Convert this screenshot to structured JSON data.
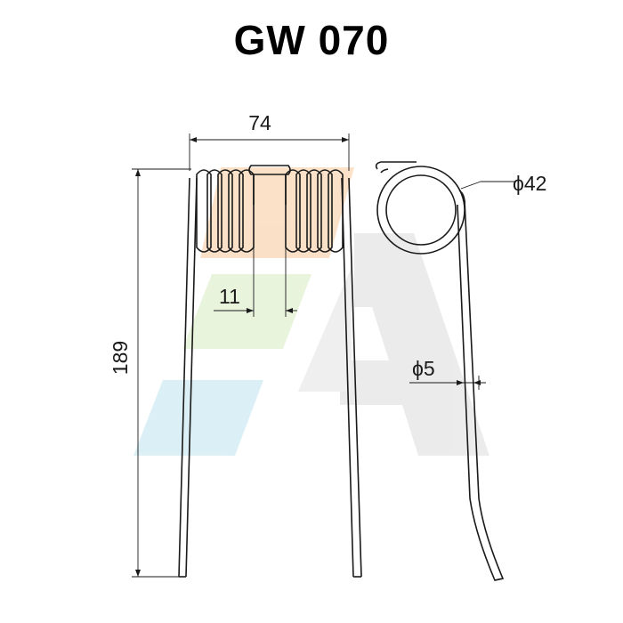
{
  "drawing": {
    "title": "GW 070",
    "dimensions": {
      "width": "74",
      "height": "189",
      "coil_gap": "11",
      "coil_diameter": "ϕ42",
      "wire_diameter": "ϕ5"
    }
  },
  "colors": {
    "line": "#1a1a1a",
    "watermark_orange": "#f6c89a",
    "watermark_green": "#d8ecc0",
    "watermark_blue": "#bfe3ef",
    "watermark_gray": "#e4e4e4"
  }
}
